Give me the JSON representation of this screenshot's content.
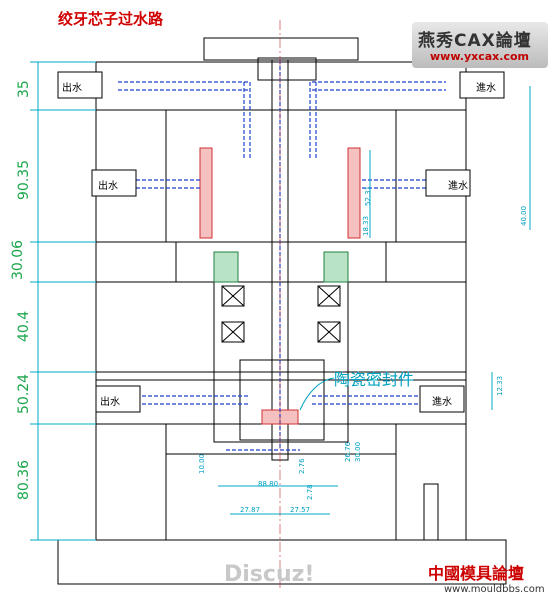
{
  "title": "绞牙芯子过水路",
  "watermark_top": {
    "line1": "燕秀CAX論壇",
    "line2": "www.yxcax.com"
  },
  "watermark_center": "Discuz!",
  "watermark_bottom": {
    "line1": "中國模具論壇",
    "line2": "www.mouldbbs.com"
  },
  "labels": {
    "outlet": "出水",
    "inlet": "進水",
    "ceramic_seal": "陶瓷密封件"
  },
  "left_dims": [
    "35",
    "90.35",
    "30.06",
    "40.4",
    "50.24",
    "80.36"
  ],
  "small_dims": {
    "d1": "52.31",
    "d2": "40.00",
    "d3": "18.33",
    "d4": "12.33",
    "d5": "10.00",
    "d6": "2.76",
    "d7": "88.80",
    "d8": "27.87",
    "d9": "27.57",
    "d10": "26.76",
    "d11": "30.00",
    "d12": "2.78"
  }
}
